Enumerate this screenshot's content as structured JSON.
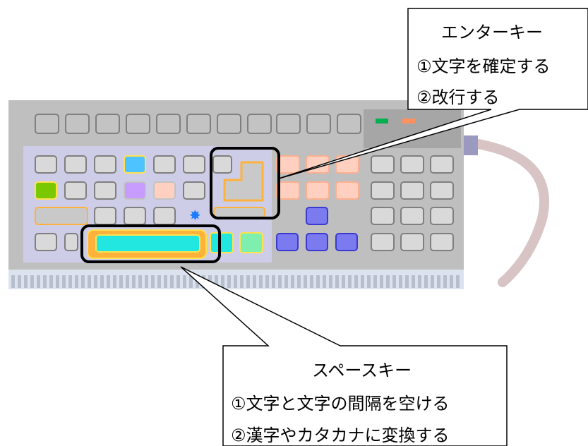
{
  "enter_callout": {
    "title": "エンターキー",
    "line1": "①文字を確定する",
    "line2": "②改行する"
  },
  "space_callout": {
    "title": "スペースキー",
    "line1": "①文字と文字の間隔を空ける",
    "line2": "②漢字やカタカナに変換する"
  },
  "colors": {
    "keyboard_body": "#bfbfbf",
    "keyboard_panel": "#cdcde8",
    "key_fill": "#d9d9d9",
    "key_border": "#7f7f7f",
    "highlight_orange": "#ffb23b",
    "space_cyan": "#22e6e0",
    "led_green": "#00b050",
    "led_orange": "#ff9060",
    "arrow_blue": "#7b7bef",
    "salmon_key": "#ffd0c0",
    "purple_key": "#c79bff",
    "green_key": "#7ac800",
    "cyan_key": "#4dc3ff",
    "cable": "#d8c4c4",
    "callout_border": "#000000"
  }
}
